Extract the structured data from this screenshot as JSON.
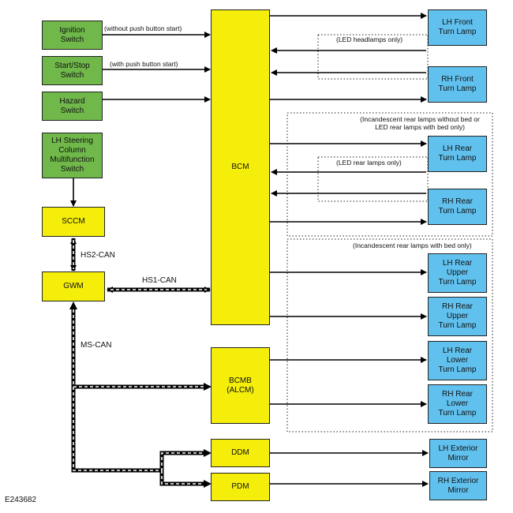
{
  "switches": {
    "ignition": "Ignition\nSwitch",
    "start_stop": "Start/Stop\nSwitch",
    "hazard": "Hazard\nSwitch",
    "steering": "LH Steering\nColumn\nMultifunction\nSwitch"
  },
  "modules": {
    "sccm": "SCCM",
    "gwm": "GWM",
    "bcm": "BCM",
    "bcmb": "BCMB\n(ALCM)",
    "ddm": "DDM",
    "pdm": "PDM"
  },
  "lamps": {
    "lh_front": "LH Front\nTurn Lamp",
    "rh_front": "RH Front\nTurn Lamp",
    "lh_rear": "LH Rear\nTurn Lamp",
    "rh_rear": "RH Rear\nTurn Lamp",
    "lh_rear_upper": "LH Rear\nUpper\nTurn Lamp",
    "rh_rear_upper": "RH Rear\nUpper\nTurn Lamp",
    "lh_rear_lower": "LH Rear\nLower\nTurn Lamp",
    "rh_rear_lower": "RH Rear\nLower\nTurn Lamp",
    "lh_mirror": "LH Exterior\nMirror",
    "rh_mirror": "RH Exterior\nMirror"
  },
  "notes": {
    "without_push": "(without push button start)",
    "with_push": "(with push button start)",
    "led_headlamps": "(LED headlamps only)",
    "incandescent_no_bed": "(Incandescent  rear lamps without bed or\nLED rear lamps with bed only)",
    "led_rear": "(LED rear lamps only)",
    "incandescent_bed": "(Incandescent  rear lamps with bed only)"
  },
  "networks": {
    "hs2": "HS2-CAN",
    "hs1": "HS1-CAN",
    "ms": "MS-CAN"
  },
  "figure_id": "E243682",
  "colors": {
    "switch": "#70b84a",
    "module": "#f4ee0a",
    "lamp": "#61c1ee"
  }
}
